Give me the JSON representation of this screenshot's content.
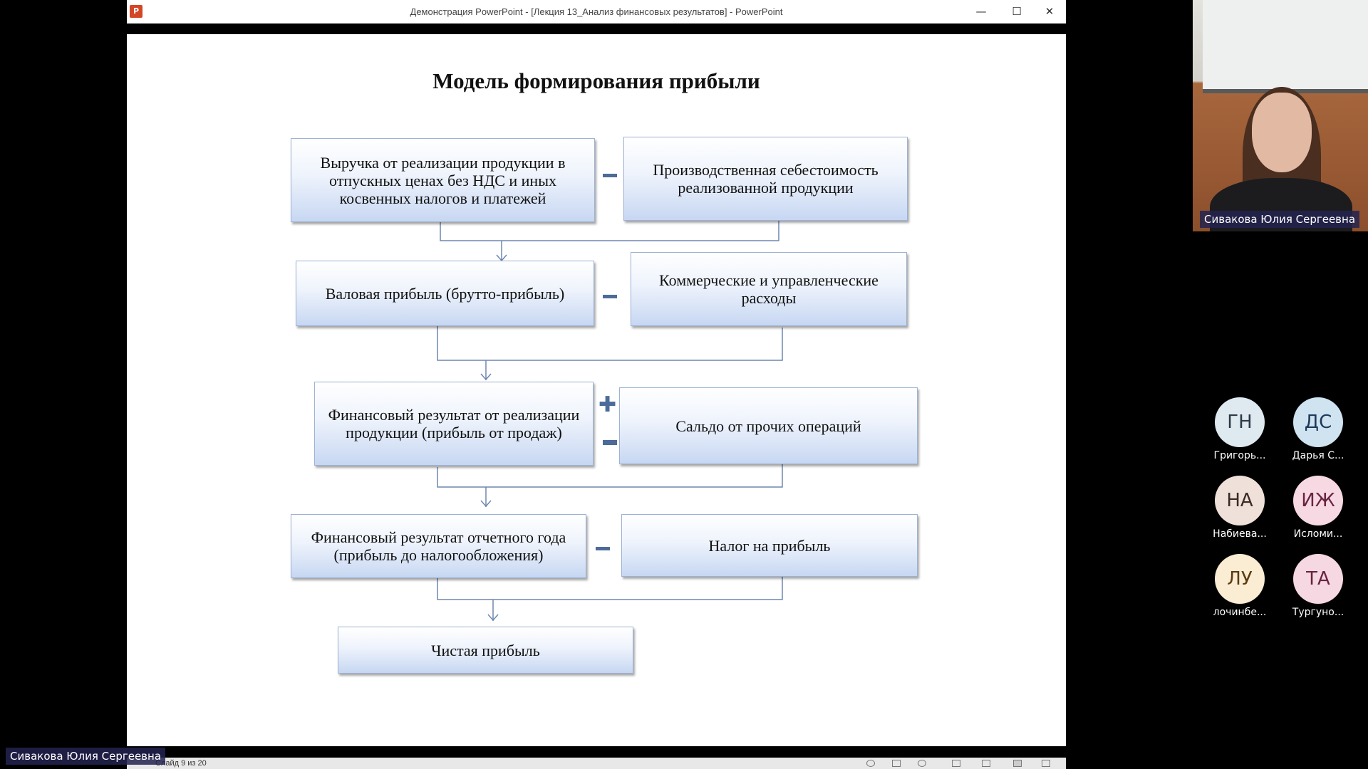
{
  "window": {
    "app_icon": "P",
    "title": "Демонстрация PowerPoint - [Лекция 13_Анализ финансовых результатов] - PowerPoint",
    "minimize": "—",
    "maximize": "☐",
    "close": "✕"
  },
  "slide": {
    "title": "Модель формирования прибыли",
    "boxes": {
      "revenue": "Выручка от реализации продукции в отпускных ценах без НДС и иных косвенных налогов и платежей",
      "cost": "Производственная себестоимость реализованной продукции",
      "gross_profit": "Валовая прибыль (брутто-прибыль)",
      "commercial": "Коммерческие и управленческие расходы",
      "sales_result": "Финансовый результат от реализации продукции (прибыль от продаж)",
      "other_ops": "Сальдо от прочих операций",
      "pretax": "Финансовый результат отчетного года (прибыль до налогообложения)",
      "tax": "Налог на прибыль",
      "net": "Чистая прибыль"
    },
    "plus_sign": "✚"
  },
  "statusbar": {
    "slide_count": "Слайд 9 из 20"
  },
  "video": {
    "presenter_name": "Сивакова Юлия Сергеевна",
    "bottom_name": "Сивакова Юлия Сергеевна"
  },
  "participants": [
    {
      "initials": "ГН",
      "name": "Григорь...",
      "bg": "#dfeaf0",
      "fg": "#2b3a46"
    },
    {
      "initials": "ДС",
      "name": "Дарья С...",
      "bg": "#cfe3f1",
      "fg": "#1d3a5a"
    },
    {
      "initials": "НА",
      "name": "Набиева...",
      "bg": "#efe1da",
      "fg": "#3a2a25"
    },
    {
      "initials": "ИЖ",
      "name": "Исломи...",
      "bg": "#f6d9e3",
      "fg": "#6a2440"
    },
    {
      "initials": "ЛУ",
      "name": "лочинбе...",
      "bg": "#fbecd4",
      "fg": "#5a3c12"
    },
    {
      "initials": "ТА",
      "name": "Тургуно...",
      "bg": "#f6d8e2",
      "fg": "#6a2440"
    }
  ]
}
